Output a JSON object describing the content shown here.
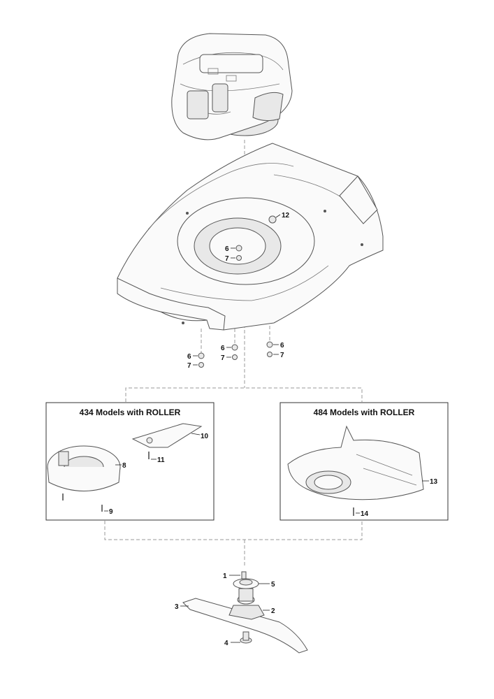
{
  "panels": {
    "left_title": "434 Models with ROLLER",
    "right_title": "484 Models with ROLLER"
  },
  "callouts": {
    "c1": "1",
    "c2": "2",
    "c3": "3",
    "c4": "4",
    "c5": "5",
    "c6a": "6",
    "c6b": "6",
    "c6c": "6",
    "c6d": "6",
    "c7a": "7",
    "c7b": "7",
    "c7c": "7",
    "c7d": "7",
    "c8": "8",
    "c9": "9",
    "c10": "10",
    "c11": "11",
    "c12": "12",
    "c13": "13",
    "c14": "14"
  }
}
